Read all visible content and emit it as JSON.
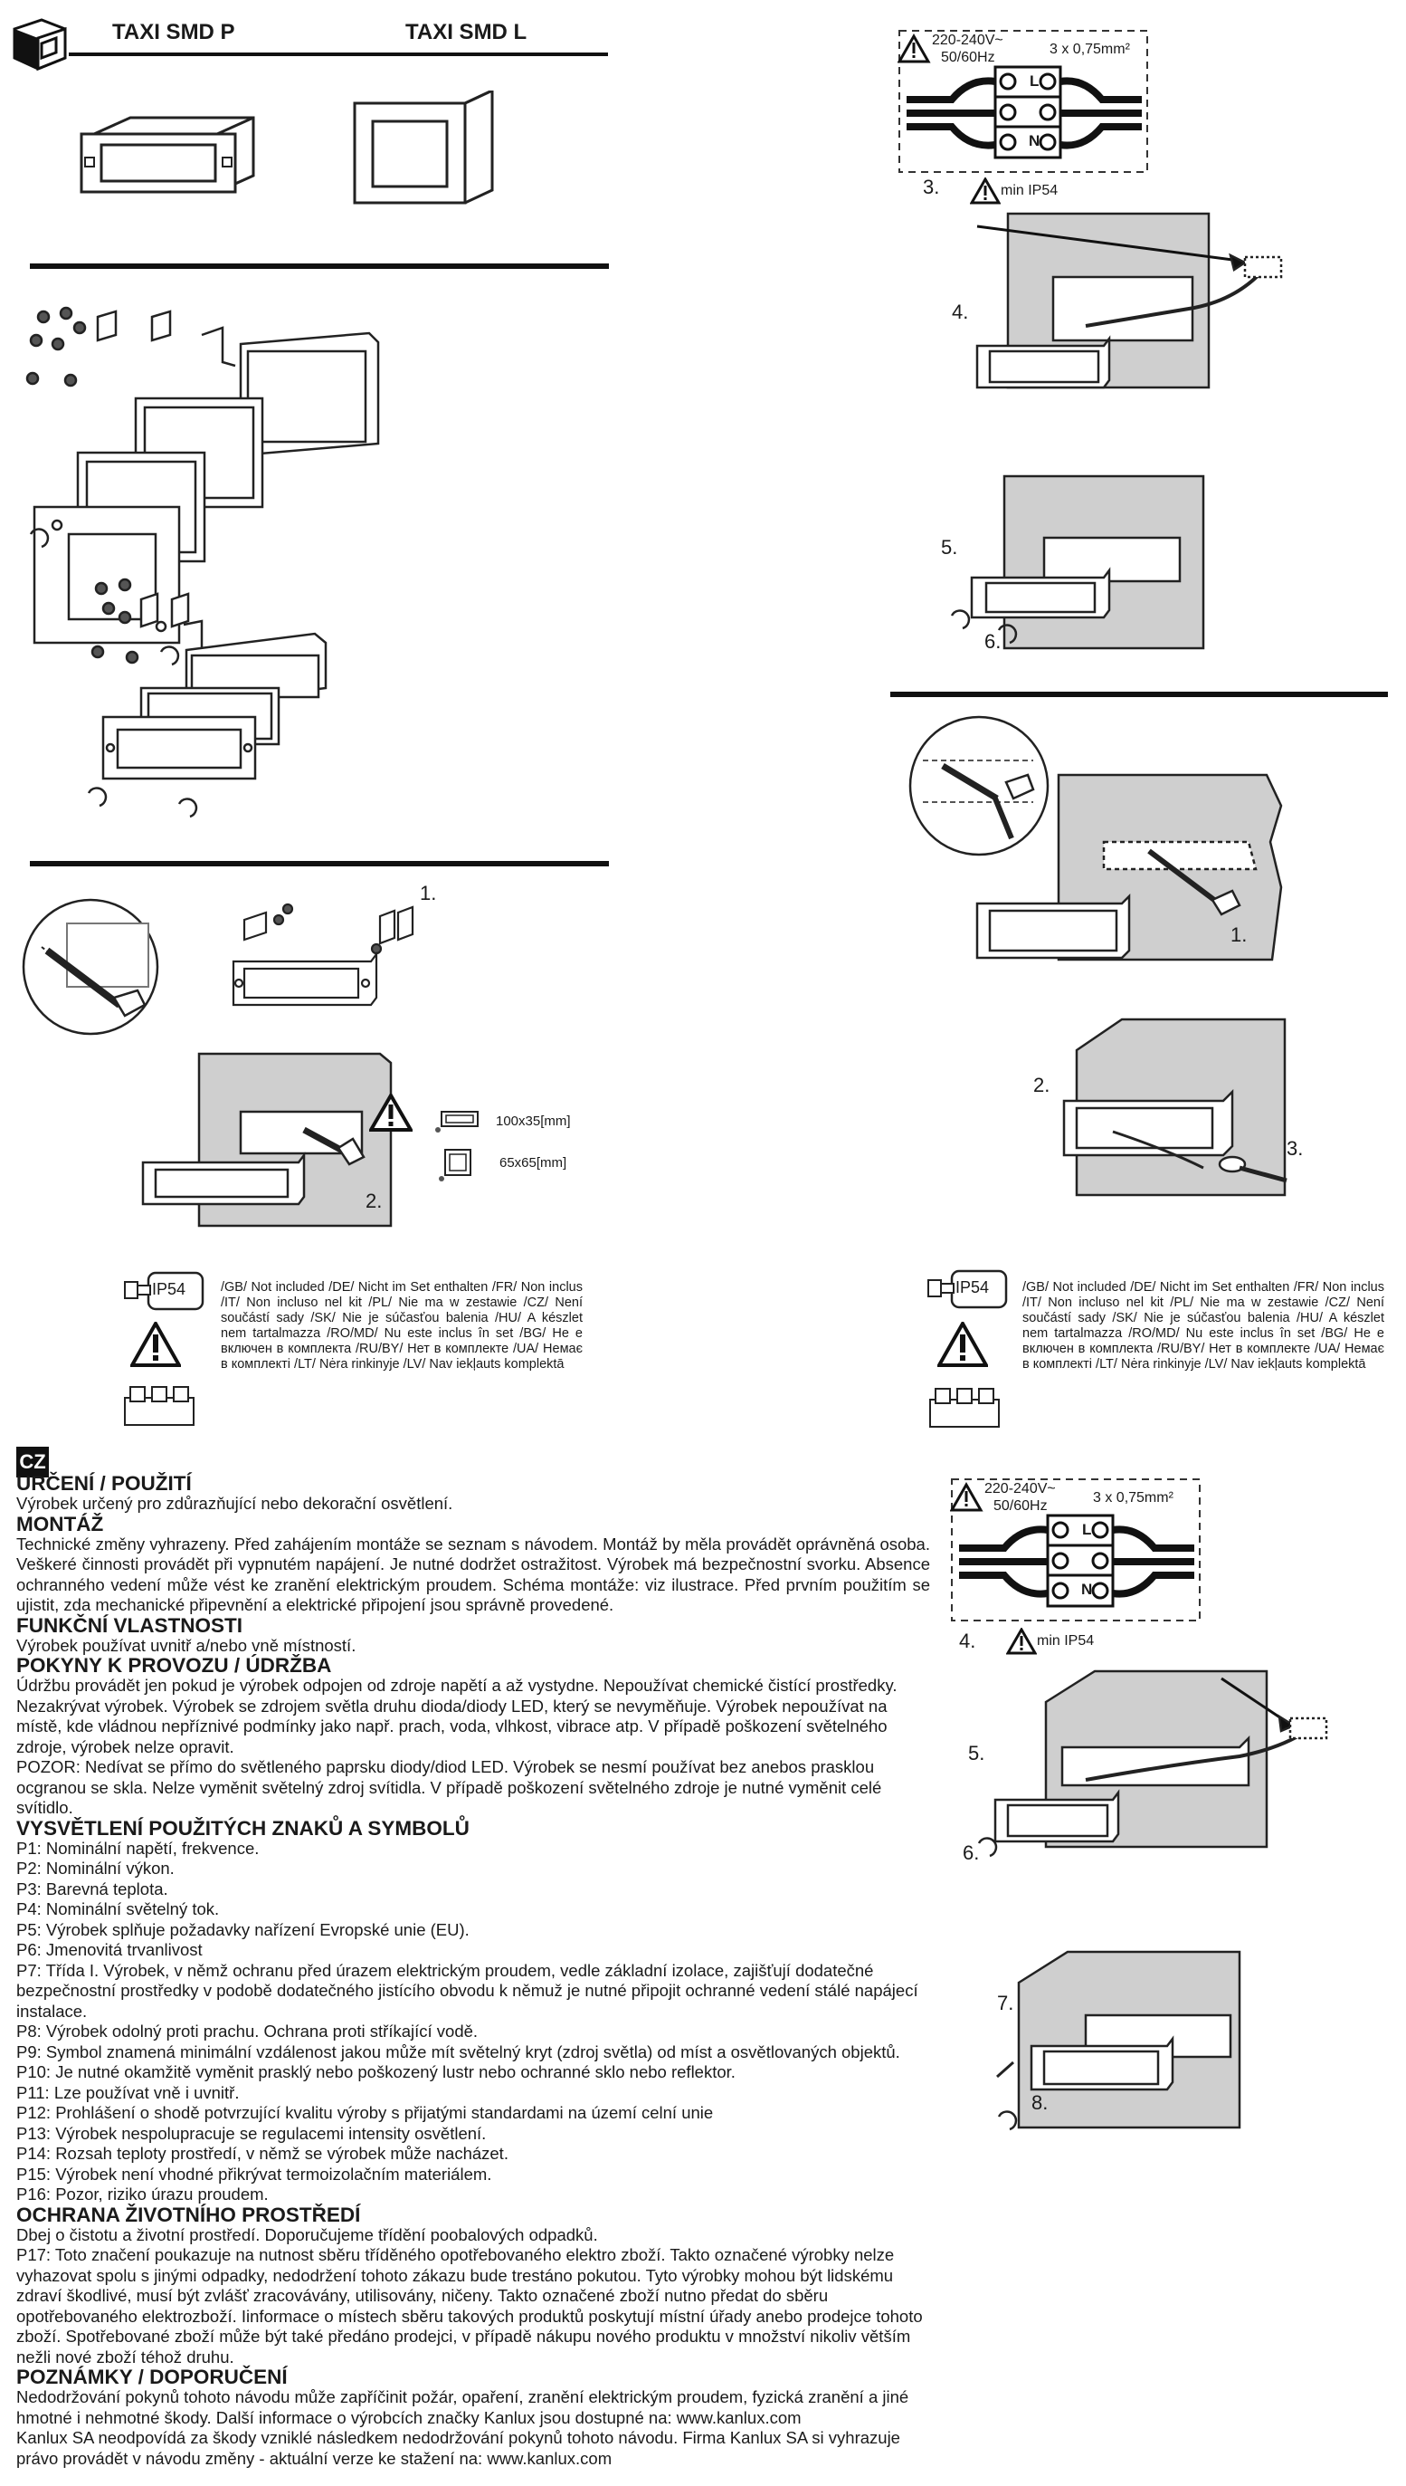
{
  "header": {
    "model_p": "TAXI SMD P",
    "model_l": "TAXI SMD L"
  },
  "wiring": {
    "voltage": "220-240V~",
    "freq": "50/60Hz",
    "cable": "3 x 0,75mm²",
    "terminal_l": "L",
    "terminal_n": "N",
    "min_ip": "min IP54"
  },
  "steps_right_top": [
    "3.",
    "4.",
    "5.",
    "6."
  ],
  "steps_right_mid": [
    "1.",
    "2.",
    "3."
  ],
  "steps_right_bottom": [
    "4.",
    "5.",
    "6.",
    "7.",
    "8."
  ],
  "steps_left_mid": [
    "1.",
    "2."
  ],
  "sizes": {
    "p": "100x35[mm]",
    "l": "65x65[mm]"
  },
  "ip_badge": "IP54",
  "not_included": "/GB/ Not included /DE/ Nicht im Set enthalten /FR/ Non inclus /IT/ Non incluso nel kit /PL/ Nie ma w zestawie /CZ/ Není součástí sady /SK/ Nie je súčasťou balenia /HU/ A készlet nem tartalmazza /RO/MD/ Nu este inclus în set /BG/ Не е включен в комплекта /RU/BY/ Нет в комплекте /UA/ Немає в комплекті /LT/ Nėra rinkinyje /LV/ Nav iekļauts komplektā",
  "lang_badge": "CZ",
  "sections": [
    {
      "title": "URČENÍ / POUŽITÍ",
      "lines": [
        "Výrobek určený pro zdůrazňující nebo dekorační osvětlení."
      ]
    },
    {
      "title": "MONTÁŽ",
      "lines": [
        "Technické změny vyhrazeny. Před zahájením montáže se seznam s návodem. Montáž by měla provádět oprávněná osoba. Veškeré činnosti provádět při vypnutém napájení. Je nutné dodržet ostražitost. Výrobek má bezpečnostní svorku. Absence ochranného vedení může vést ke zranění elektrickým proudem. Schéma montáže: viz ilustrace. Před prvním použitím se ujistit, zda mechanické připevnění a elektrické připojení jsou správně provedené."
      ]
    },
    {
      "title": "FUNKČNÍ VLASTNOSTI",
      "lines": [
        "Výrobek používat uvnitř a/nebo vně místností."
      ]
    },
    {
      "title": "POKYNY K PROVOZU / ÚDRŽBA",
      "lines": [
        "Údržbu provádět jen pokud je výrobek odpojen od zdroje napětí a až vystydne. Nepoužívat chemické čistící prostředky. Nezakrývat výrobek. Výrobek se zdrojem světla druhu dioda/diody LED, který se nevyměňuje. Výrobek nepoužívat na místě, kde vládnou nepříznivé podmínky jako např. prach, voda, vlhkost, vibrace atp. V případě poškození světelného zdroje, výrobek nelze opravit.",
        "POZOR: Nedívat se přímo do světleného paprsku diody/diod LED. Výrobek se nesmí používat bez anebos prasklou ocgranou se skla. Nelze vyměnit světelný zdroj svítidla. V případě poškození světelného zdroje je nutné vyměnit celé svítidlo."
      ]
    },
    {
      "title": "VYSVĚTLENÍ POUŽITÝCH ZNAKŮ A SYMBOLŮ",
      "lines": [
        "P1: Nominální napětí, frekvence.",
        "P2: Nominální výkon.",
        "P3: Barevná teplota.",
        "P4: Nominální světelný tok.",
        "P5: Výrobek splňuje požadavky nařízení Evropské unie (EU).",
        "P6: Jmenovitá trvanlivost",
        "P7: Třída I. Výrobek, v němž ochranu před úrazem elektrickým proudem, vedle základní izolace, zajišťují dodatečné bezpečnostní prostředky v podobě dodatečného jistícího obvodu k němuž je nutné připojit ochranné vedení stálé napájecí instalace.",
        "P8: Výrobek odolný proti prachu. Ochrana proti stříkající vodě.",
        "P9: Symbol znamená minimální vzdálenost jakou může mít světelný kryt (zdroj světla) od míst a osvětlovaných objektů.",
        "P10: Je nutné okamžitě vyměnit prasklý nebo poškozený lustr nebo ochranné sklo nebo reflektor.",
        "P11: Lze používat vně i uvnitř.",
        "P12: Prohlášení o shodě potvrzující kvalitu výroby s přijatými standardami na území celní unie",
        "P13: Výrobek nespolupracuje se regulacemi intensity osvětlení.",
        "P14: Rozsah teploty prostředí, v němž se výrobek může nacházet.",
        "P15: Výrobek není vhodné přikrývat termoizolačním materiálem.",
        "P16: Pozor, riziko úrazu proudem."
      ]
    },
    {
      "title": "OCHRANA ŽIVOTNÍHO PROSTŘEDÍ",
      "lines": [
        "Dbej o čistotu a životní prostředí. Doporučujeme třídění poobalových odpadků.",
        "P17: Toto značení poukazuje na nutnost sběru tříděného opotřebovaného elektro zboží. Takto označené výrobky nelze vyhazovat spolu s jinými odpadky, nedodržení tohoto zákazu bude trestáno pokutou. Tyto výrobky mohou být lidskému zdraví škodlivé, musí být zvlášť zracovávány, utilisovány, ničeny. Takto označené zboží nutno předat do sběru opotřebovaného elektrozboží. Iinformace o místech sběru takových produktů poskytují místní úřady anebo prodejce tohoto zboží. Spotřebované zboží může být také předáno prodejci, v případě nákupu nového produktu v množství nikoliv větším nežli nové zboží téhož druhu."
      ]
    },
    {
      "title": "POZNÁMKY / DOPORUČENÍ",
      "lines": [
        "Nedodržování pokynů tohoto návodu může zapříčinit požár, opaření, zranění elektrickým proudem, fyzická zranění a jiné hmotné i nehmotné škody. Další informace o výrobcích značky Kanlux jsou dostupné na: www.kanlux.com",
        "Kanlux SA neodpovídá za škody vzniklé následkem nedodržování pokynů tohoto návodu. Firma Kanlux SA si vyhrazuje právo provádět v návodu změny - aktuální verze ke stažení na: www.kanlux.com"
      ]
    }
  ]
}
